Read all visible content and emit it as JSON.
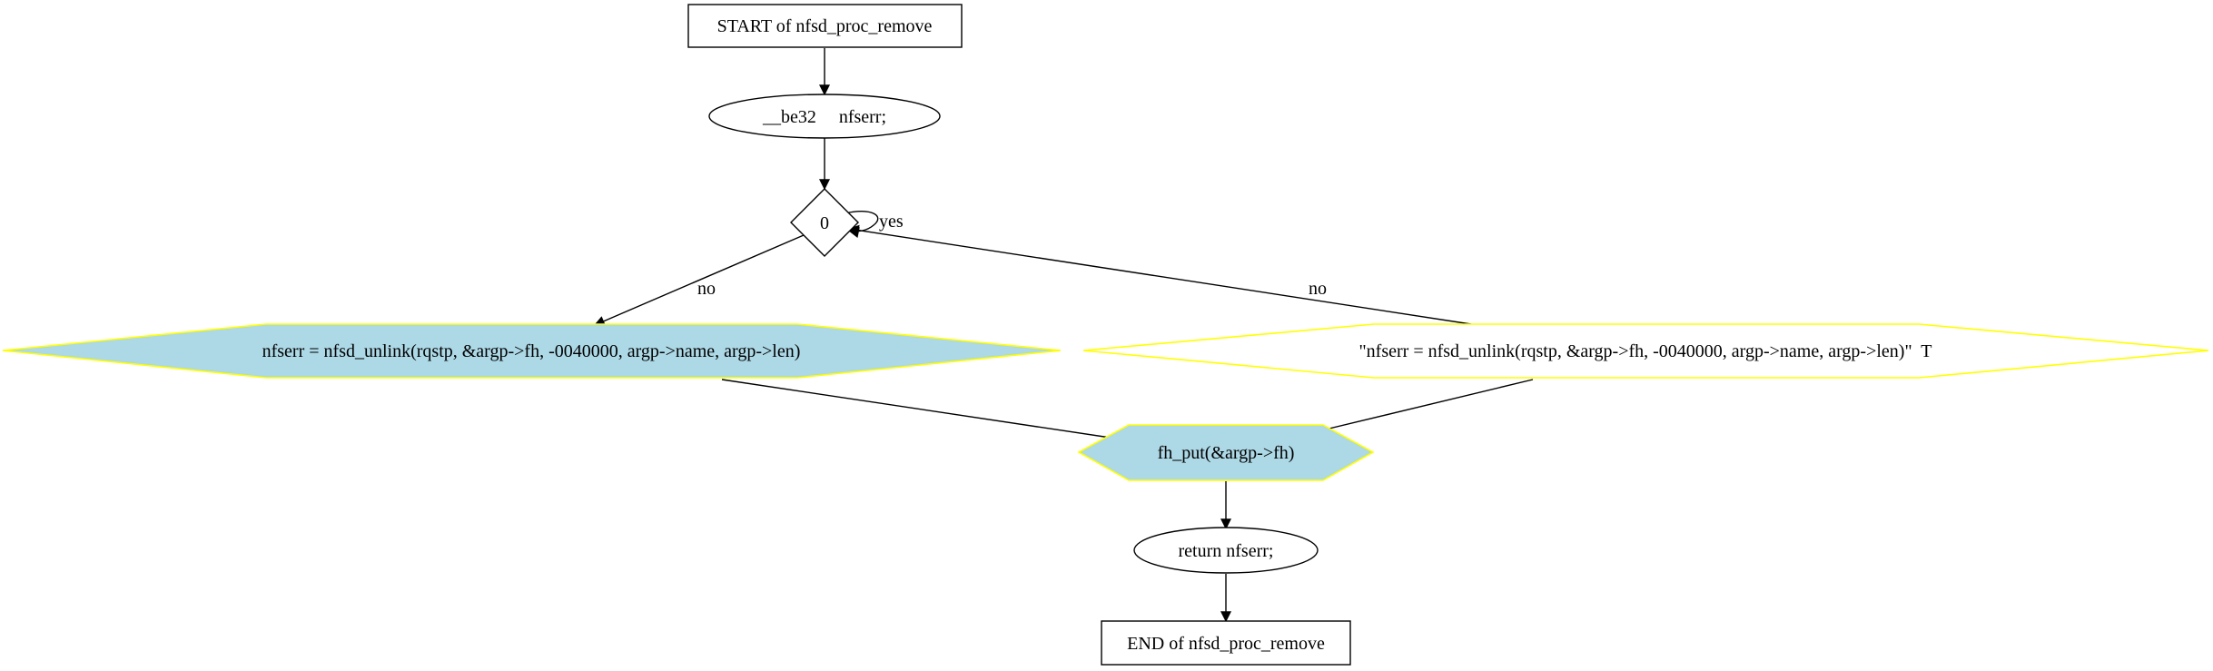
{
  "nodes": {
    "start": "START of nfsd_proc_remove",
    "decl": "__be32     nfserr;",
    "cond": "0",
    "unlink_left": "nfserr = nfsd_unlink(rqstp, &argp->fh, -0040000, argp->name, argp->len)",
    "unlink_right": "\"nfserr = nfsd_unlink(rqstp, &argp->fh, -0040000, argp->name, argp->len)\"  T",
    "fh_put": "fh_put(&argp->fh)",
    "ret": "return nfserr;",
    "end": "END of nfsd_proc_remove"
  },
  "edges": {
    "yes": "yes",
    "no_left": "no",
    "no_right": "no"
  },
  "colors": {
    "fill": "#add8e6",
    "highlight_border": "#ffff00",
    "stroke": "#000000"
  }
}
